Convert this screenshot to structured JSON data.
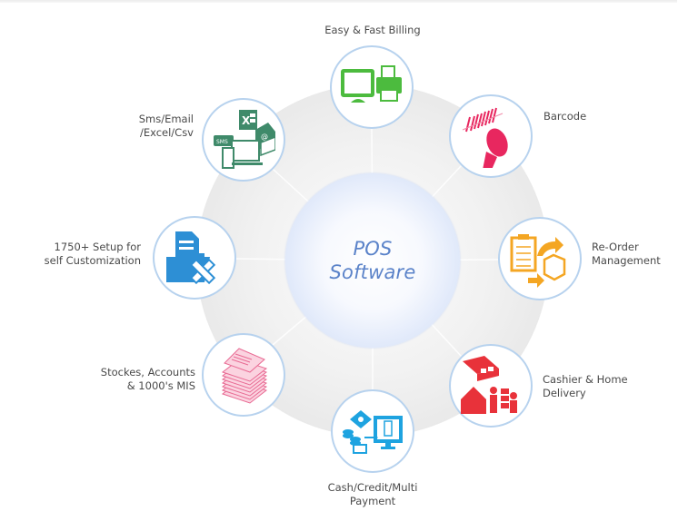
{
  "diagram": {
    "center": {
      "line1": "POS",
      "line2": "Software"
    },
    "colors": {
      "hub_text": "#5b83c9",
      "node_border": "#b7d2ee",
      "billing": "#4cbb3e",
      "barcode": "#e8275f",
      "reorder": "#f4a623",
      "cashier": "#e8323a",
      "payment": "#1ea3e0",
      "mis": "#e86a93",
      "customization": "#2d8fd5",
      "export": "#3f8a6a"
    },
    "features": [
      {
        "id": "billing",
        "lines": [
          "Easy & Fast Billing"
        ],
        "icon": "monitor-printer-icon"
      },
      {
        "id": "barcode",
        "lines": [
          "Barcode"
        ],
        "icon": "barcode-scanner-icon"
      },
      {
        "id": "reorder",
        "lines": [
          "Re-Order",
          "Management"
        ],
        "icon": "clipboard-box-icon"
      },
      {
        "id": "cashier",
        "lines": [
          "Cashier & Home",
          "Delivery"
        ],
        "icon": "cash-drawer-delivery-icon"
      },
      {
        "id": "payment",
        "lines": [
          "Cash/Credit/Multi",
          "Payment"
        ],
        "icon": "coins-card-monitor-icon"
      },
      {
        "id": "mis",
        "lines": [
          "Stockes, Accounts",
          "& 1000's MIS"
        ],
        "icon": "paper-stack-icon"
      },
      {
        "id": "customization",
        "lines": [
          "1750+ Setup for",
          "self Customization"
        ],
        "icon": "folder-tools-icon"
      },
      {
        "id": "export",
        "lines": [
          "Sms/Email",
          "/Excel/Csv"
        ],
        "icon": "sms-email-excel-icon"
      }
    ]
  }
}
